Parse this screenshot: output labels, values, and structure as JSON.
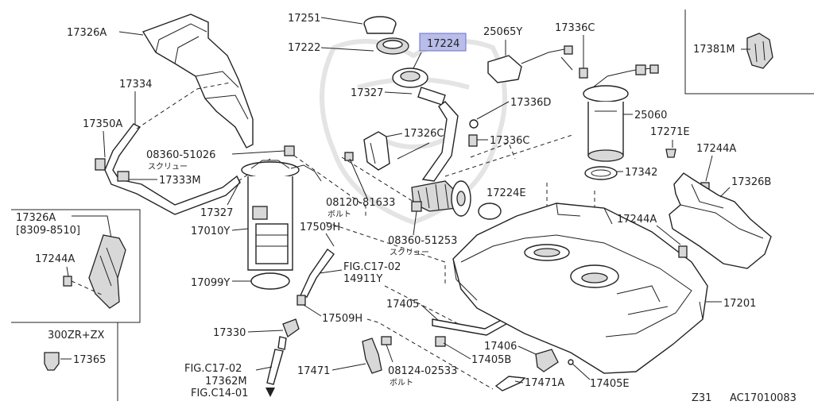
{
  "diagram": {
    "labels": {
      "p17326A": "17326A",
      "p17334": "17334",
      "p17350A": "17350A",
      "p08360_51026": "08360-51026",
      "screw1": "スクリュー",
      "p17333M": "17333M",
      "p17327a": "17327",
      "p17010Y": "17010Y",
      "p17099Y": "17099Y",
      "p17251": "17251",
      "p17222": "17222",
      "p17224": "17224",
      "p17327b": "17327",
      "p17326C": "17326C",
      "p08120_81633": "08120-81633",
      "bolt1": "ボルト",
      "p17509H_a": "17509H",
      "fig1702": "FIG.C17-02",
      "p14911Y": "14911Y",
      "p08360_51253": "08360-51253",
      "screw2": "スクリュー",
      "p17509H_b": "17509H",
      "p17330": "17330",
      "fig1702b": "FIG.C17-02",
      "p17362M": "17362M",
      "fig1401": "FIG.C14-01",
      "p17471": "17471",
      "p08124_02533": "08124-02533",
      "bolt2": "ボルト",
      "p17405": "17405",
      "p17406": "17406",
      "p17405B": "17405B",
      "p17471A": "17471A",
      "p17405E": "17405E",
      "p25065Y": "25065Y",
      "p17336C_a": "17336C",
      "p17336D": "17336D",
      "p17336C_b": "17336C",
      "p25060": "25060",
      "p17342": "17342",
      "p17224E": "17224E",
      "p17271E": "17271E",
      "p17244A_a": "17244A",
      "p17326B": "17326B",
      "p17244A_b": "17244A",
      "p17201": "17201",
      "p17381M": "17381M",
      "inset_17326A": "17326A",
      "inset_range": "[8309-8510]",
      "inset_17244A": "17244A",
      "variant": "300ZR+ZX",
      "p17365": "17365",
      "z31": "Z31",
      "code": "AC17010083"
    }
  }
}
